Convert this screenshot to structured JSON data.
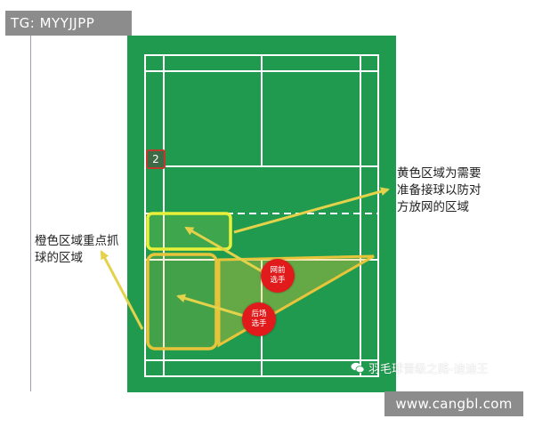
{
  "top_tag": "TG: MYYJJPP",
  "court": {
    "zone_number": "2",
    "players": {
      "front": {
        "line1": "网前",
        "line2": "选手"
      },
      "back": {
        "line1": "后场",
        "line2": "选手"
      }
    }
  },
  "annotations": {
    "yellow_zone": "黄色区域为需要\n准备接球以防对\n方放网的区域",
    "orange_zone": "橙色区域重点抓\n球的区域"
  },
  "watermark": "羽毛球晋级之路-迪迪王",
  "site_tag": "www.cangbl.com",
  "colors": {
    "court_green": "#1f9a4e",
    "court_line": "#ffffff",
    "yellow_zone": "#e8f03a",
    "orange_zone": "#e8c43a",
    "arrow": "#e3d24a",
    "player_red": "#e11b1b",
    "tag_gray": "#8c8c8c"
  }
}
